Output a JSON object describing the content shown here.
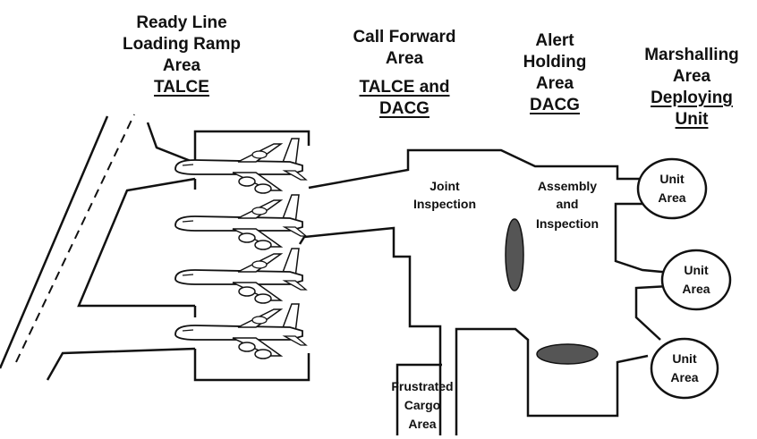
{
  "headers": {
    "ready_line": {
      "lines": [
        "Ready Line",
        "Loading Ramp",
        "Area"
      ],
      "agency": "TALCE"
    },
    "call_forward": {
      "lines": [
        "Call Forward",
        "Area"
      ],
      "agency_lines": [
        "TALCE and",
        "DACG"
      ]
    },
    "alert_holding": {
      "lines": [
        "Alert",
        "Holding",
        "Area"
      ],
      "agency": "DACG"
    },
    "marshalling": {
      "lines": [
        "Marshalling",
        "Area"
      ],
      "agency_lines": [
        "Deploying",
        "Unit"
      ]
    }
  },
  "areas": {
    "joint_inspection": [
      "Joint",
      "Inspection"
    ],
    "assembly_inspection": [
      "Assembly",
      "and",
      "Inspection"
    ],
    "frustrated_cargo": [
      "Frustrated",
      "Cargo",
      "Area"
    ],
    "unit_area_1": [
      "Unit",
      "Area"
    ],
    "unit_area_2": [
      "Unit",
      "Area"
    ],
    "unit_area_3": [
      "Unit",
      "Area"
    ]
  },
  "aircraft_count": 4,
  "colors": {
    "ink": "#111111",
    "marker_fill": "#555555",
    "aircraft_fill": "#ffffff"
  }
}
